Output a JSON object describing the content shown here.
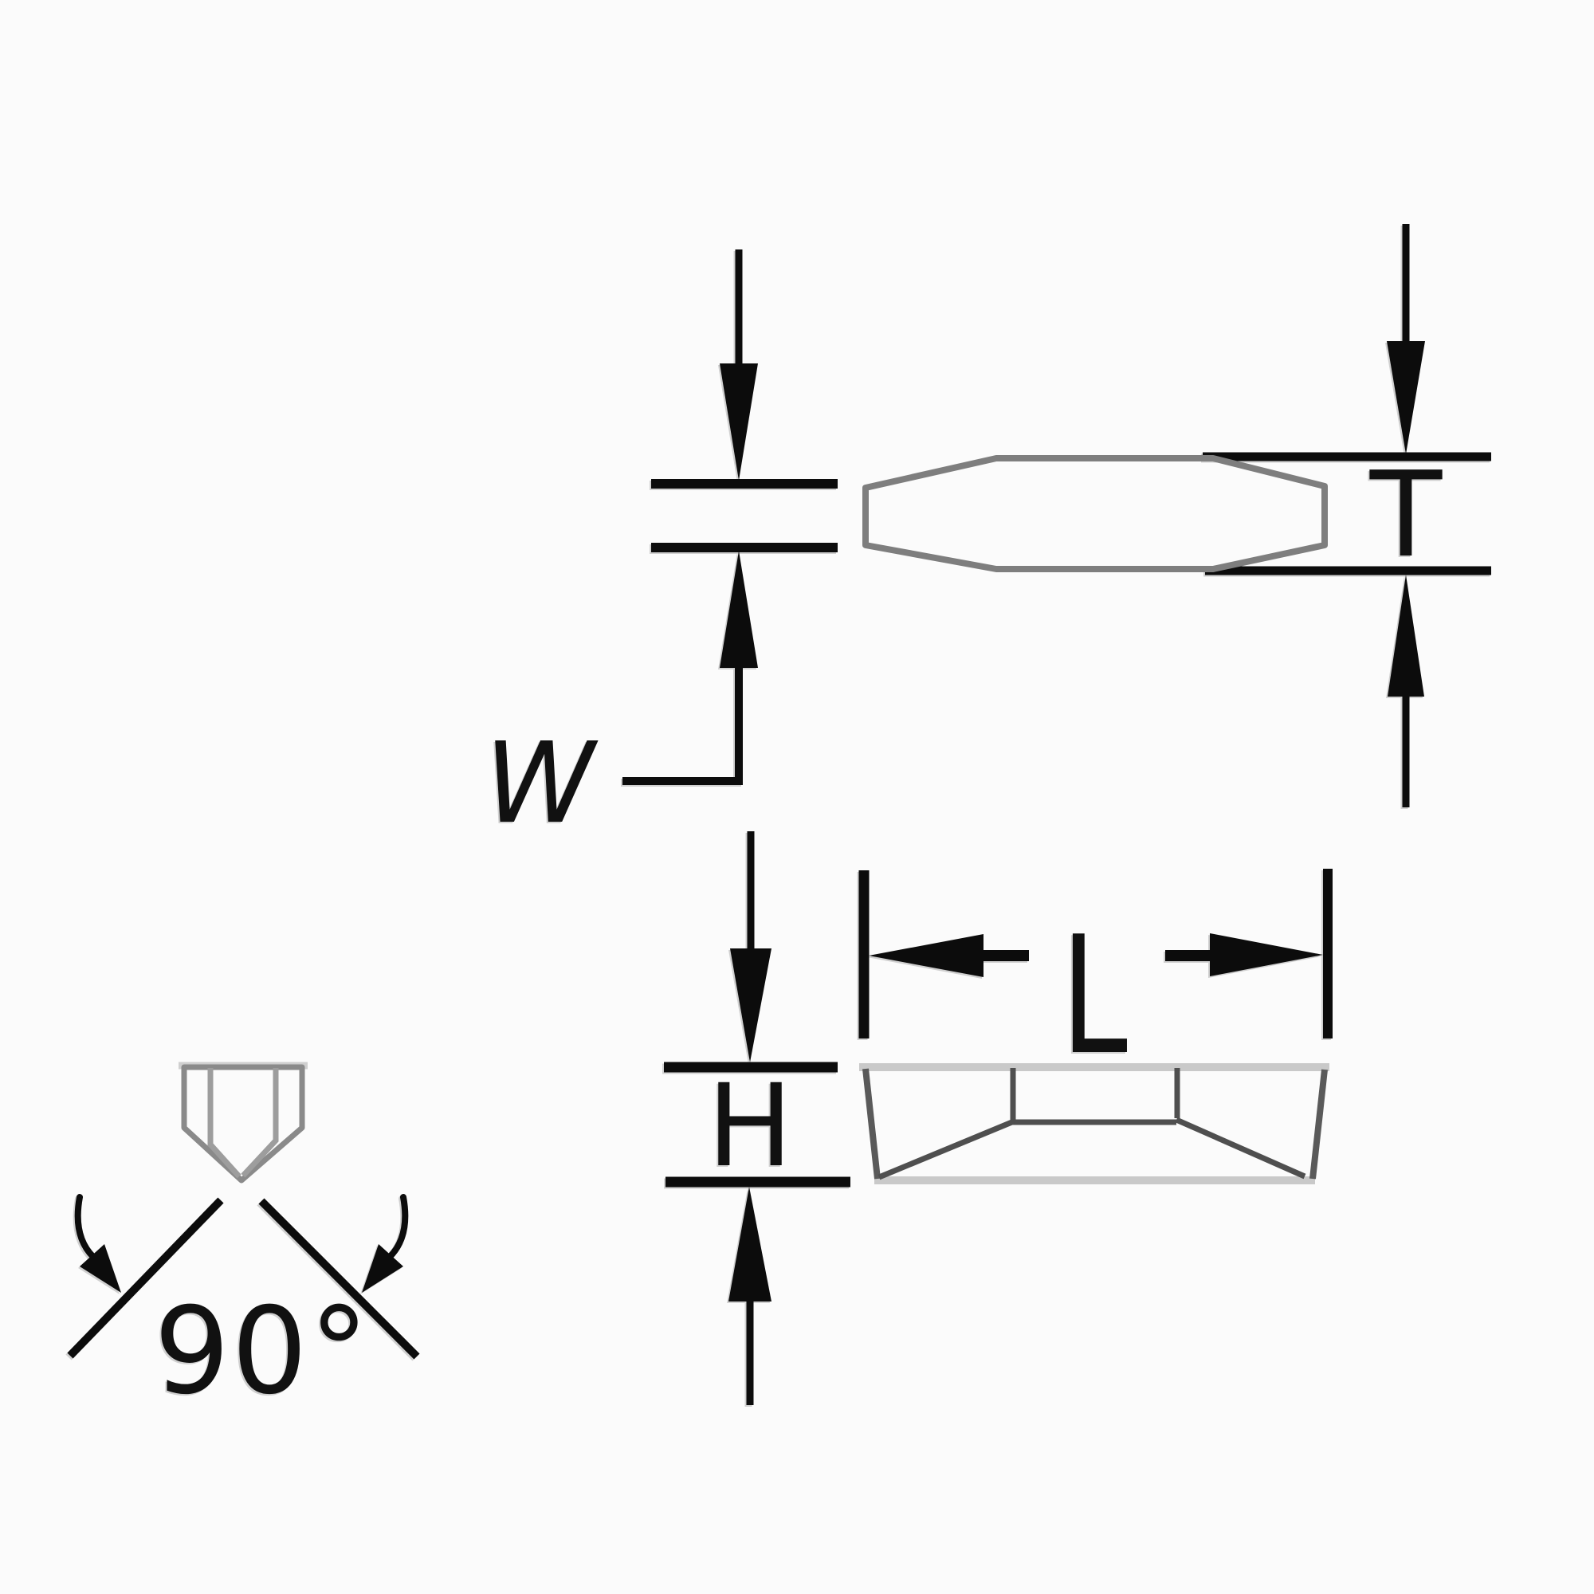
{
  "figure": {
    "labels": {
      "width": "W",
      "thickness": "T",
      "length": "L",
      "height": "H",
      "corner_angle": "90°"
    },
    "colors": {
      "ink": "#0c0c0c",
      "top_view_outline": "#7e7e7e",
      "side_view_light": "#c9c9c9",
      "side_view_dark": "#555555",
      "pentagon_gray": "#8a8a8a",
      "background": "#fbfbfb"
    }
  }
}
